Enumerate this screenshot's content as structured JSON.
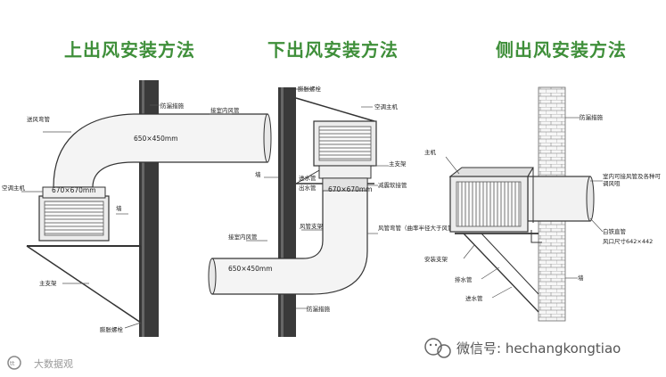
{
  "titles": {
    "top": "上出风安装方法",
    "bottom": "下出风安装方法",
    "side": "侧出风安装方法"
  },
  "top_labels": {
    "leak_proof": "防漏措施",
    "indoor_pipe": "接室内风管",
    "elbow": "送风弯管",
    "dim_large": "650×450mm",
    "dim_small": "670×670mm",
    "main_unit": "空调主机",
    "wall": "墙",
    "bracket": "主支架",
    "bolt": "膨胀螺栓"
  },
  "bottom_labels": {
    "bolt": "膨胀螺栓",
    "main_unit": "空调主机",
    "bracket": "主支架",
    "wall": "墙",
    "inlet": "进水管",
    "outlet": "出水管",
    "dim_small": "670×670mm",
    "hose": "减震软接管",
    "pipe_bracket": "风管支架",
    "elbow": "风管弯管（曲率半径大于风管直径两倍）",
    "indoor_pipe": "接室内风管",
    "dim_large": "650×450mm",
    "leak_proof": "防漏措施"
  },
  "side_labels": {
    "leak_proof": "防漏措施",
    "main_unit": "主机",
    "indoor": "室内可接风管及各种可调风咀",
    "duct": "白铁直管",
    "duct_size": "风口尺寸642×442",
    "bracket": "安装支架",
    "drain": "排水管",
    "inlet": "进水管",
    "wall": "墙"
  },
  "watermarks": {
    "left": "大数据观",
    "right": "微信号: hechangkongtiao"
  },
  "colors": {
    "title": "#3f8f3a",
    "line": "#333333",
    "wall_fill": "#3a3a3a",
    "brick": "#f7f7f7"
  }
}
